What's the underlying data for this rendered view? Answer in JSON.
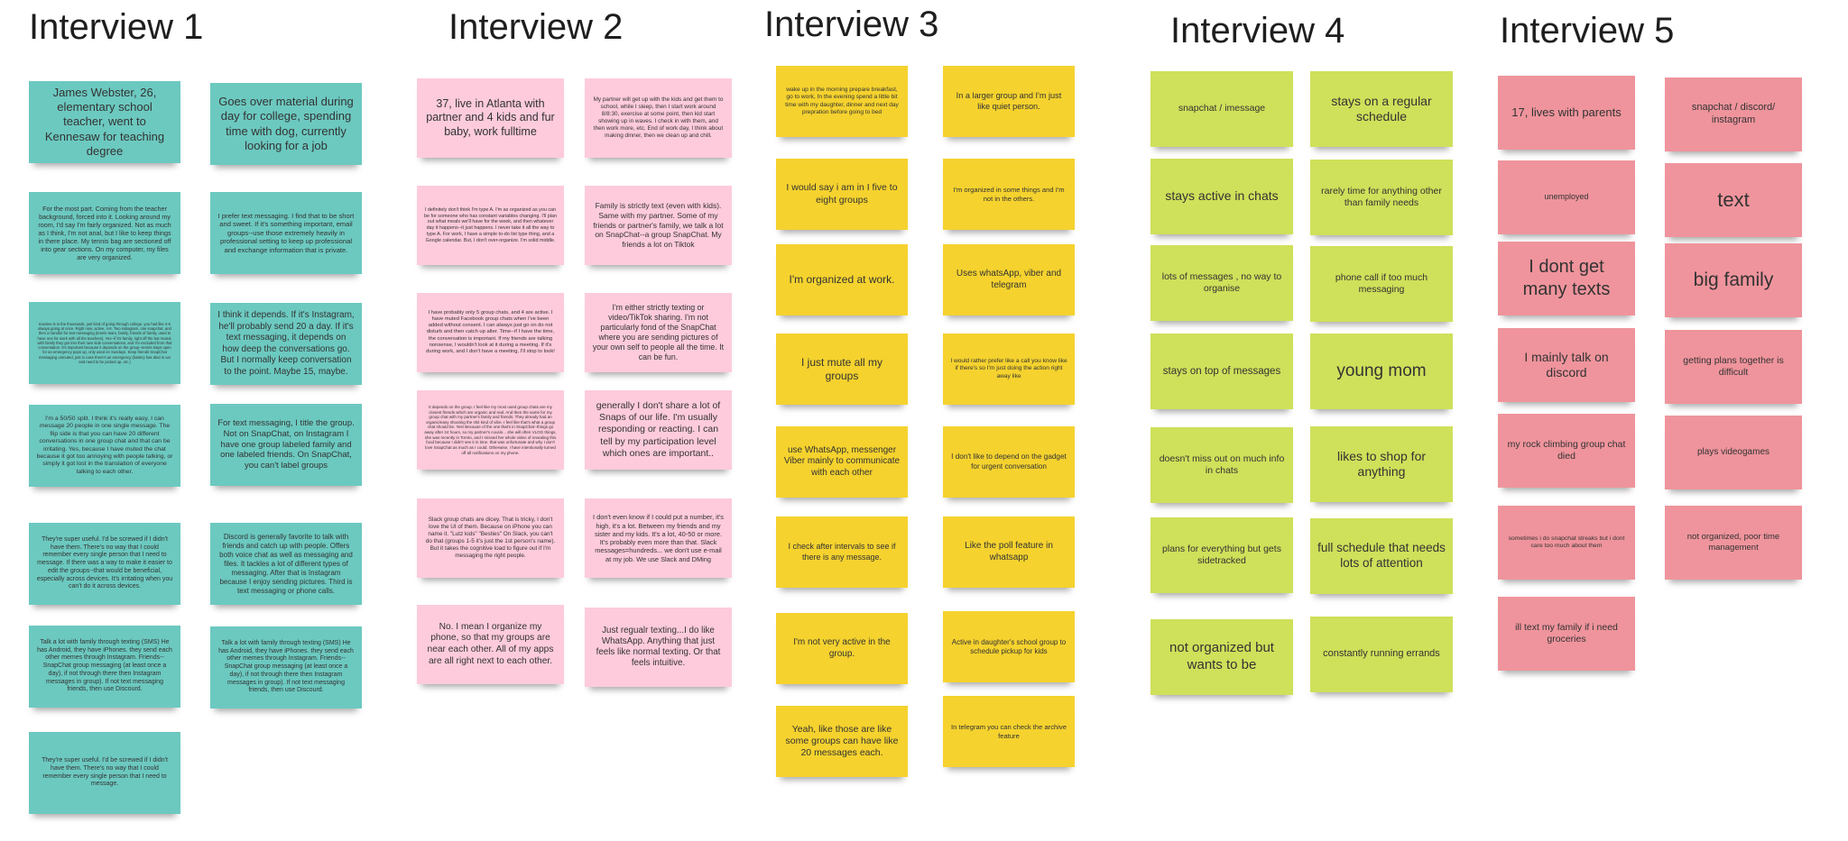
{
  "board": {
    "interviews": [
      {
        "title": "Interview 1",
        "color": "#6cc9c0",
        "notes": [
          "James Webster, 26, elementary school teacher, went to Kennesaw for teaching degree",
          "Goes over material during day for college, spending time with dog, currently looking for a job",
          "For the most part. Coming from the teacher background, forced into it. Looking around my room, I'd say I'm fairly organized. Not as much as I think, I'm not anal, but I like to keep things in there place. My tennis bag are sectioned off into gear sections. On my computer, my files are very organized.",
          "I prefer text messaging. I find that to be short and sweet. If it's something important, email groups--use those extremely heavily in professional setting to keep up professional and exchange information that is private.",
          "Inactive is in the thousands, just kind of going through college, you had like 4-6 always going at once. Right now, active, 4-6. Two instagram, one snapchat, and then a handful for text messaging (tennis team, family, friends of family, used to have one for work with all the teachers). Yes--if it's family, right off the bat muted, with family they get into their own side conversations, and I'm excluded from that conversation. It's important because it depends on the group--tennis stays open for an emergency pops up, only used on Sundays. Keep friends SnapChat messaging unmuted, just in case there's an emergency (battery has died in car and need to be picked up, etc.)",
          "I think it depends. If it's Instagram, he'll probably send 20 a day. If it's text messaging, it depends on how deep the conversations go. But I normally keep conversation to the point. Maybe 15, maybe.",
          "I'm a 50/50 split. I think it's really easy, I can message 20 people in one single message. The flip side is that you can have 20 different conversations in one group chat and that can be irritating. Yes, because I have muted the chat because it got too annoying with people talking, or simply it got lost in the translation of everyone talking to each other.",
          "For text messaging, I title the group. Not on SnapChat, on Instagram I have one group labeled family and one labeled friends. On SnapChat, you can't label groups",
          "They're super useful. I'd be screwed if I didn't have them. There's no way that I could remember every single person that I need to message. If there was a way to make it easier to edit the groups--that would be beneficial, especially across devices. It's irritating when you can't do it across devices.",
          "Discord is generally favorite to talk with friends and catch up with people. Offers both voice chat as well as messaging and files. It tackles a lot of different types of messaging. After that is Instagram because I enjoy sending pictures. Third is text messaging or phone calls.",
          "Talk a lot with family through texting (SMS) He has Android, they have iPhones. they send each other memes through Instagram. Friends--SnapChat group messaging (at least once a day), if not through there then Instagram messages in group). If not text messaging friends, then use Discourd.",
          "Talk a lot with family through texting (SMS) He has Android, they have iPhones. they send each other memes through Instagram. Friends--SnapChat group messaging (at least once a day), if not through there then Instagram messages in group). If not text messaging friends, then use Discourd.",
          "They're super useful. I'd be screwed if I didn't have them. There's no way that I could remember every single person that I need to message."
        ]
      },
      {
        "title": "Interview 2",
        "color": "#fdcbdc",
        "notes": [
          "37, live in Atlanta with partner and 4 kids and fur baby, work fulltime",
          "My partner will get up with the kids and get them to school, while I sleep, then I start work around 8/8:30, exercise at some point, then kid start showing up in waves. I check in with them, and then work more, etc. End of work day, I think about making dinner, then we clean up and chill.",
          "I definitely don't think I'm type A. I'm as organized as you can be for someone who has constant variables changing. I'll plan out what meals we'll have for the week, and then whatever day it happens--it just happens. I never take it all the way to type A. For work, I have a simple to-do list type thing, and a Google calendar. But, I don't over-organize. I'm solid middle.",
          "Family is strictly text (even with kids). Same with my partner. Some of my friends or partner's family, we talk a lot on SnapChat--a group SnapChat. My friends a lot on Tiktok",
          "I have probably only 5 group chats, and 4 are active. I have muted Facebook group chats when I've been added without consent. I can always just go on do not disturb and then catch up alter. Time--if I have the time, the conversation is important. If my friends are talking nonsense, I wouldn't look at it during a meeting. If it's during work, and I don't have a meeting, I'll stop to look!",
          "I'm either strictly texting or video/TikTok sharing. I'm not particularly fond of the SnapChat where you are sending pictures of your own self to people all the time. It can be fun.",
          "It depends on the group. I feel like my most used group chats are my closest friends which are organic and real. And then the same for my group chat with my partner's family and friends. They already had an organic/easy shooting the shit kind of vibe. I feel like that's what a group chat should be. Yes! Because of the one that's in SnapChat--things go away after 24 hours, so my partner's cousin... she will often VLOG things, she was recently in Tornto, and I missed her whole video of revealing this food because I didn't see it in time. that was unfortunate and why I don't love SnapChat as much as I could. Otherwise, I have intentionally turned off all notifications on my phone.",
          "generally I don't share a lot of Snaps of our life. I'm usually responding or reacting. I can tell by my participation level which ones are important..",
          "Slack group chats are dicey. That is tricky, I don't love the UI of them. Because on iPhone you can name it. \"Lutz kids\" \"Besties\" On Slack, you can't do that (groups 1-5 it's just the 1st person's name). But it takes the cognitive load to figure out if I'm messaging the right people.",
          "I don't even know if I could put a number, it's high, it's a lot. Between my friends and my sister and my kids. It's a lot, 40-50 or more. It's probably even more than that. Slack messages=hundreds... we don't use e-mail at my job. We use Slack and DMing",
          "No. I mean I organize my phone, so that my groups are near each other. All of my apps are all right next to each other.",
          "Just regualr texting...I do like WhatsApp. Anything that just feels like normal texting. Or that feels intuitive."
        ]
      },
      {
        "title": "Interview 3",
        "color": "#f5d22e",
        "notes": [
          "wake up in the morning prepare breakfast, go to work, In the evening spend a little bit time with my daughter, dinner and next day prepration before  going to bed",
          "In a larger group and I'm just like quiet person.",
          "I would say i am in I five to eight groups",
          "I'm organized in some things and I'm not in the others.",
          "I'm organized at work.",
          "Uses whatsApp, viber and telegram",
          "I just mute all my groups",
          "I would rather prefer like a call you know like if there's so I'm just doing the action right away like",
          "use WhatsApp, messenger Viber mainly to communicate with each other",
          "I don't  like to  depend on the gadget for urgent conversation",
          "I  check after intervals to see if there is any message.",
          "Like the poll feature in whatsapp",
          "I'm not very active in the group.",
          "Active in daughter's school group to schedule pickup for kids",
          "Yeah, like those are like some groups can have like 20 messages each.",
          "In telegram you can  check the  archive feature"
        ]
      },
      {
        "title": "Interview 4",
        "color": "#cfe05a",
        "notes": [
          "snapchat / imessage",
          "stays on a regular schedule",
          "stays active in chats",
          "rarely time for anything other than family needs",
          "lots of messages , no way to organise",
          "phone call if too much messaging",
          "stays on top of messages",
          "young mom",
          "doesn't miss out on much info in chats",
          "likes to shop for anything",
          "plans for everything but gets sidetracked",
          "full schedule that needs lots of attention",
          "not organized but wants to be",
          "constantly running errands"
        ]
      },
      {
        "title": "Interview 5",
        "color": "#ef949c",
        "notes": [
          "17, lives with parents",
          "snapchat / discord/ instagram",
          "unemployed",
          "text",
          "I dont get many texts",
          "big family",
          "I mainly talk on discord",
          "getting plans together is difficult",
          "my rock climbing group chat died",
          "plays videogames",
          "sometimes i do snapchat streaks but i dont care too much about them",
          "not organized, poor time management",
          "ill text my family if i need groceries"
        ]
      }
    ]
  }
}
